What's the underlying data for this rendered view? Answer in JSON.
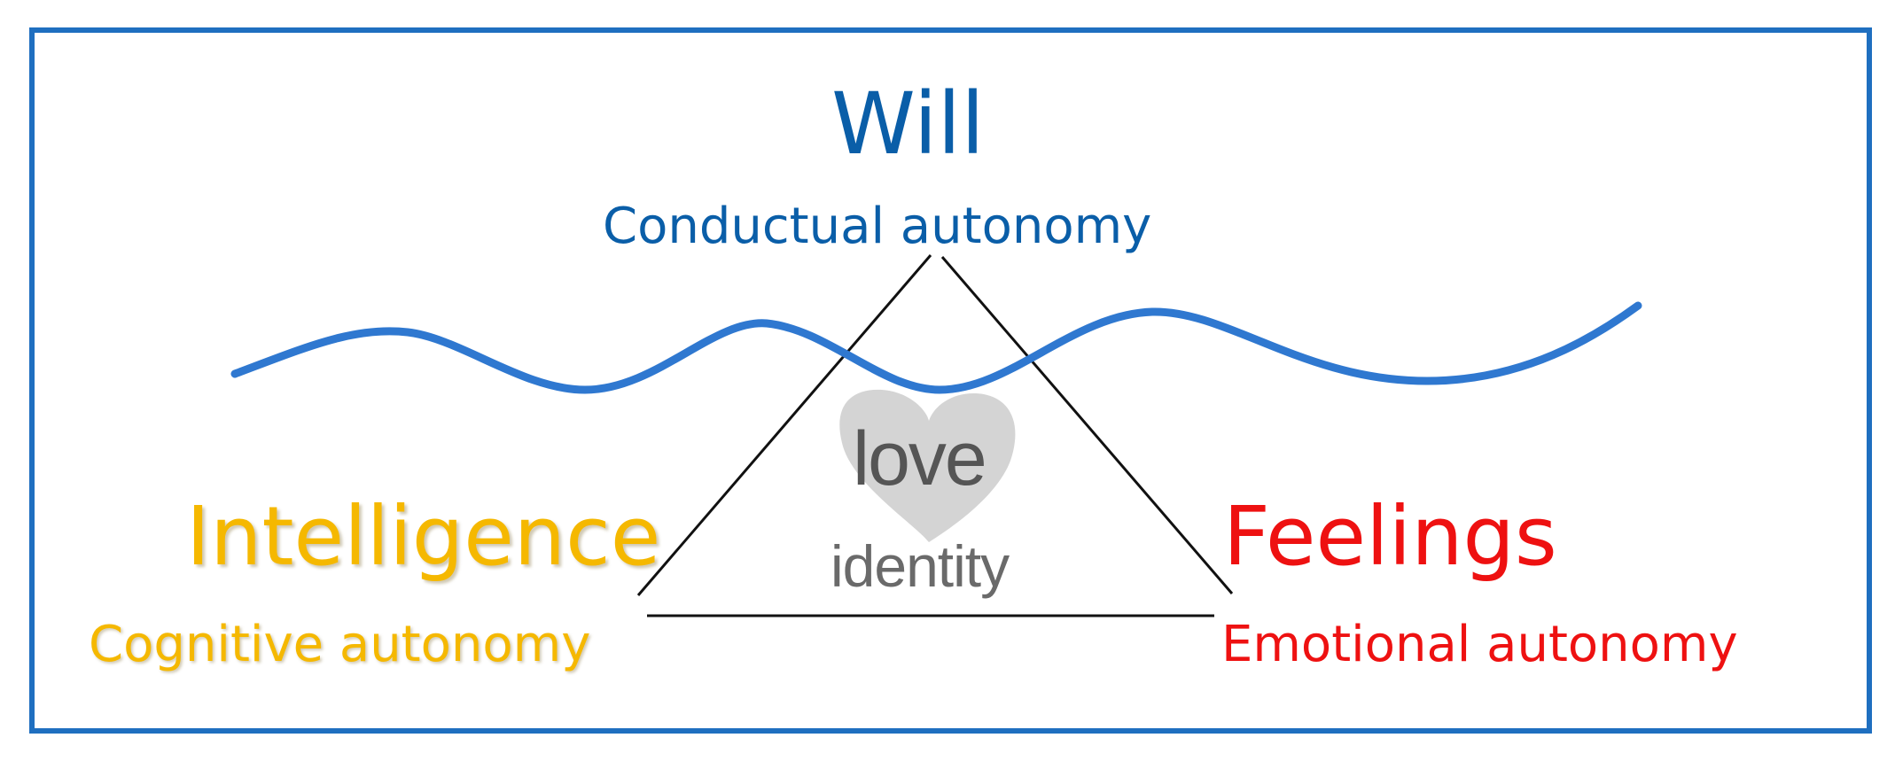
{
  "colors": {
    "frame": "#1f6fc0",
    "will": "#0a5ea8",
    "wave": "#2f78d0",
    "intelligence": "#f5b800",
    "feelings": "#ee1111",
    "heart": "#d2d2d2",
    "triangle": "#111111"
  },
  "will": {
    "title": "Will",
    "subtitle": "Conductual autonomy"
  },
  "intelligence": {
    "title": "Intelligence",
    "subtitle": "Cognitive autonomy"
  },
  "feelings": {
    "title": "Feelings",
    "subtitle": "Emotional autonomy"
  },
  "center": {
    "word1": "love",
    "word2": "identity",
    "heart_icon": "heart-icon"
  }
}
